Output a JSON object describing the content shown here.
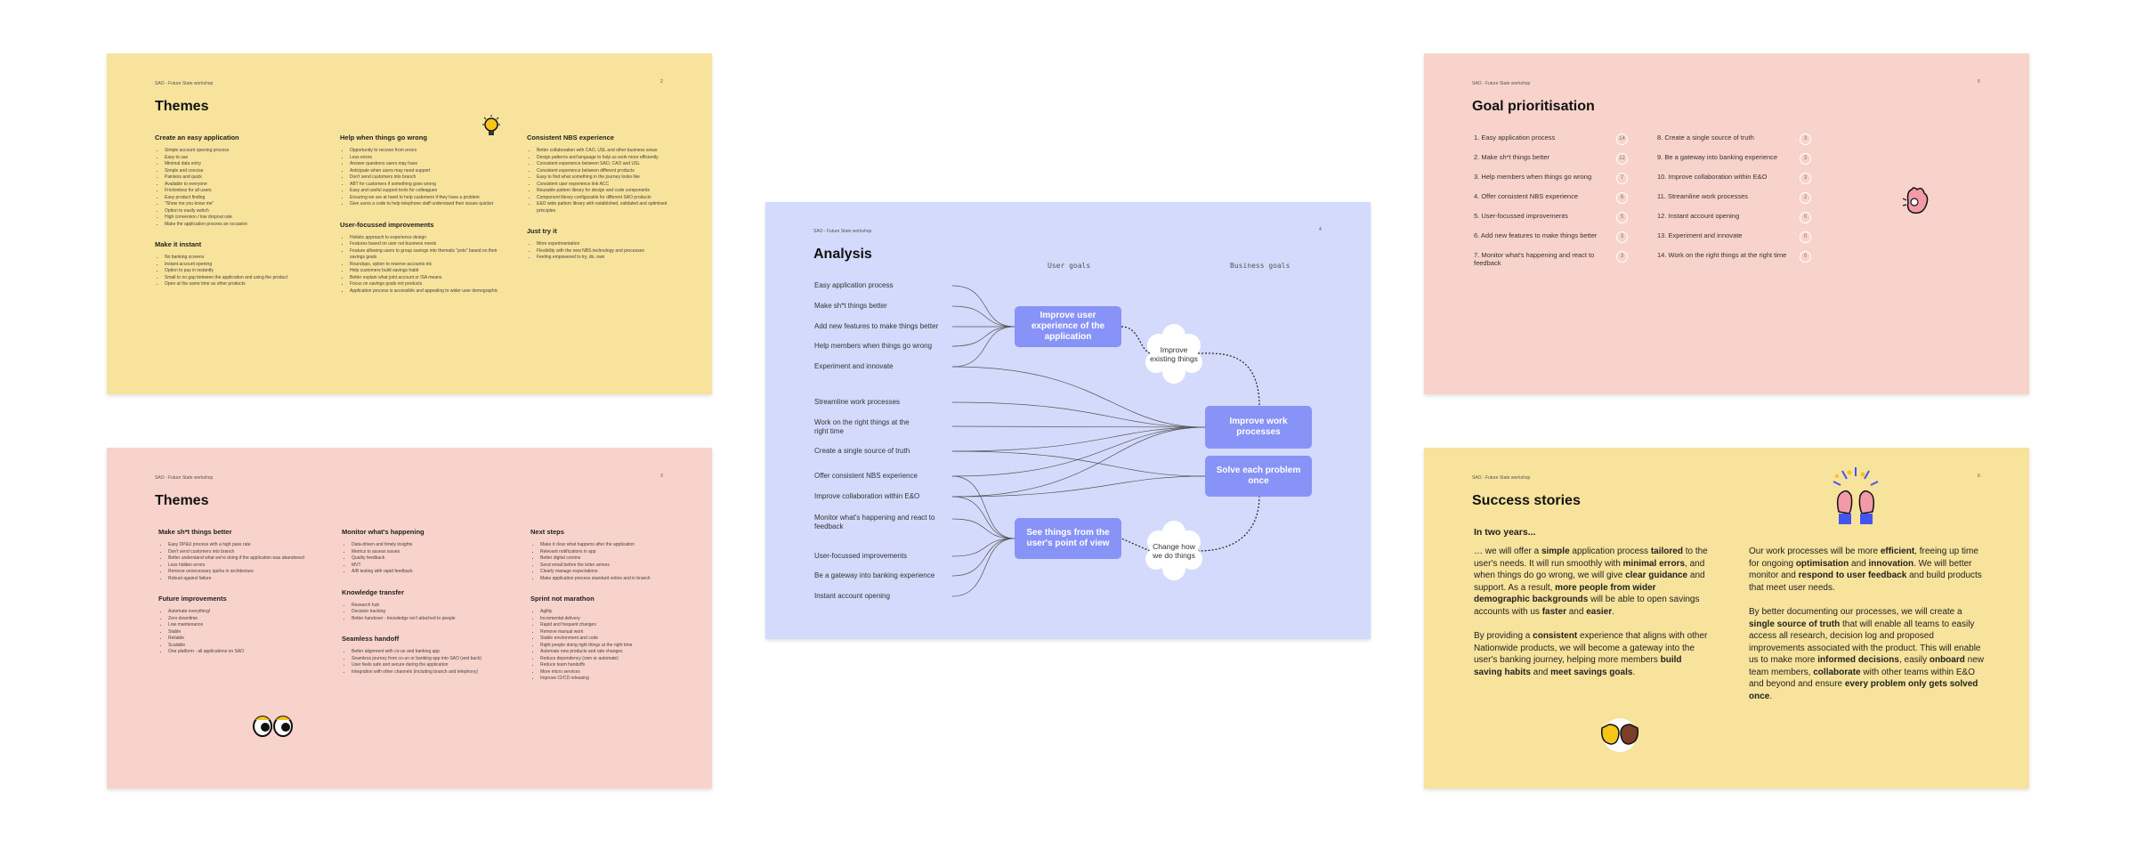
{
  "colors": {
    "yellow": "#f7e39c",
    "pink": "#f8d3cb",
    "blue": "#d4dafb",
    "accent": "#8893f7"
  },
  "slide1": {
    "name": "SAO - Future State workshop",
    "page": "2",
    "title": "Themes",
    "sections": [
      {
        "heading": "Create an easy application",
        "items": [
          "Simple account opening process",
          "Easy to use",
          "Minimal data entry",
          "Simple and concise",
          "Painless and quick",
          "Available to everyone",
          "Frictionless for all users",
          "Easy product finding",
          "\"Show me you know me\"",
          "Option to easily switch",
          "High conversion / low dropout rate",
          "Make the application process an occasion"
        ]
      },
      {
        "heading": "Make it instant",
        "items": [
          "No banking screens",
          "Instant account opening",
          "Option to pay in instantly",
          "Small to no gap between the application and using the product",
          "Open at the same time as other products"
        ]
      },
      {
        "heading": "Help when things go wrong",
        "items": [
          "Opportunity to recover from errors",
          "Less errors",
          "Answer questions users may have",
          "Anticipate when users may need support",
          "Don't send customers into branch",
          "ABT for customers if something goes wrong",
          "Easy and useful support tools for colleagues",
          "Ensuring we are at hand to help customers if they have a problem",
          "Give users a code to help telephone staff understand their issues quicker"
        ]
      },
      {
        "heading": "User-focussed improvements",
        "items": [
          "Holistic approach to experience design",
          "Features based on user not business needs",
          "Feature allowing users to group savings into thematic \"pots\" based on their savings goals",
          "Roundups, option to reserve accounts etc",
          "Help customers build savings habit",
          "Better explain what joint account or ISA means",
          "Focus on savings goals not products",
          "Application process is accessible and appealing to wider user demographic"
        ]
      },
      {
        "heading": "Consistent NBS experience",
        "items": [
          "Better collaboration with CAO, USL and other business areas",
          "Design patterns and language to help us work more efficiently",
          "Consistent experience between SAO, CAO and USL",
          "Consistent experience between different products",
          "Easy to find what something in the journey looks like",
          "Consistent user experience link ACC",
          "Reusable pattern library for design and code components",
          "Component library configurable for different SAO products",
          "E&O wide pattern library with established, validated and optimised principles"
        ]
      },
      {
        "heading": "Just try it",
        "items": [
          "More experimentation",
          "Flexibility with the new NBS technology and processes",
          "Feeling empowered to try, do, own"
        ]
      }
    ]
  },
  "slide2": {
    "name": "SAO - Future State workshop",
    "page": "3",
    "title": "Themes",
    "sections": [
      {
        "heading": "Make sh*t things better",
        "items": [
          "Easy DP&U process with a high pass rate",
          "Don't send customers into branch",
          "Better understand what we're doing if the application was abandoned",
          "Less hidden errors",
          "Remove unnecessary quirks in architecture",
          "Robust against failure"
        ]
      },
      {
        "heading": "Future improvements",
        "items": [
          "Automate everything!",
          "Zero downtime",
          "Low maintenance",
          "Stable",
          "Reliable",
          "Scalable",
          "One platform - all applications on SAO"
        ]
      },
      {
        "heading": "Monitor what's happening",
        "items": [
          "Data-driven and timely insights",
          "Metrics to assess issues",
          "Quality feedback",
          "MVT",
          "A/B testing with rapid feedback"
        ]
      },
      {
        "heading": "Knowledge transfer",
        "items": [
          "Research hub",
          "Decision tracking",
          "Better handover - knowledge isn't attached to people"
        ]
      },
      {
        "heading": "Seamless handoff",
        "items": [
          "Better alignment with co-un and banking app",
          "Seamless journey from co-un or banking app into SAO (and back)",
          "User feels safe and secure during the application",
          "Integration with other channels (including branch and telephony)"
        ]
      },
      {
        "heading": "Next steps",
        "items": [
          "Make it clear what happens after the application",
          "Relevant notifications in app",
          "Better digital comms",
          "Send email before the letter arrives",
          "Clearly manage expectations",
          "Make application process standard online and in branch"
        ]
      },
      {
        "heading": "Sprint not marathon",
        "items": [
          "Agility",
          "Incremental delivery",
          "Rapid and frequent changes",
          "Remove manual work",
          "Stable environment and code",
          "Right people doing right things at the right time",
          "Automate new products and rate changes",
          "Reduce dependency (own or automate)",
          "Reduce team handoffs",
          "More micro services",
          "Improve CI/CD releasing"
        ]
      }
    ]
  },
  "slide3": {
    "name": "SAO - Future State workshop",
    "page": "4",
    "title": "Analysis",
    "user_goals_heading": "User goals",
    "business_goals_heading": "Business goals",
    "left_items": [
      "Easy application process",
      "Make sh*t things better",
      "Add new features to make things better",
      "Help members when things go wrong",
      "Experiment and innovate",
      "Streamline work processes",
      "Work on the right things at the right time",
      "Create a single source of truth",
      "Offer consistent NBS experience",
      "Improve collaboration within E&O",
      "Monitor what's happening and react to feedback",
      "User-focussed improvements",
      "Be a gateway into banking experience",
      "Instant account opening"
    ],
    "user_nodes": [
      "Improve user experience of the application",
      "See things from the user's point of view"
    ],
    "business_nodes": [
      "Improve work processes",
      "Solve each problem once"
    ],
    "clouds": [
      "Improve existing things",
      "Change how we do things"
    ]
  },
  "slide4": {
    "name": "SAO - Future State workshop",
    "page": "5",
    "title": "Goal prioritisation",
    "left": [
      {
        "label": "1. Easy application process",
        "count": "14"
      },
      {
        "label": "2. Make sh*t things better",
        "count": "12"
      },
      {
        "label": "3. Help members when things go wrong",
        "count": "7"
      },
      {
        "label": "4. Offer consistent NBS experience",
        "count": "6"
      },
      {
        "label": "5. User-focussed improvements",
        "count": "5"
      },
      {
        "label": "6. Add new features to make things better",
        "count": "3"
      },
      {
        "label": "7. Monitor what's happening and react to feedback",
        "count": "3"
      }
    ],
    "right": [
      {
        "label": "8. Create a single source of truth",
        "count": "3"
      },
      {
        "label": "9. Be a gateway into banking experience",
        "count": "3"
      },
      {
        "label": "10. Improve collaboration within E&O",
        "count": "3"
      },
      {
        "label": "11. Streamline work processes",
        "count": "2"
      },
      {
        "label": "12. Instant account opening",
        "count": "0"
      },
      {
        "label": "13. Experiment and innovate",
        "count": "0"
      },
      {
        "label": "14. Work on the right things at the right time",
        "count": "0"
      }
    ]
  },
  "slide5": {
    "name": "SAO - Future State workshop",
    "page": "6",
    "title": "Success stories",
    "intro": "In two years..."
  }
}
